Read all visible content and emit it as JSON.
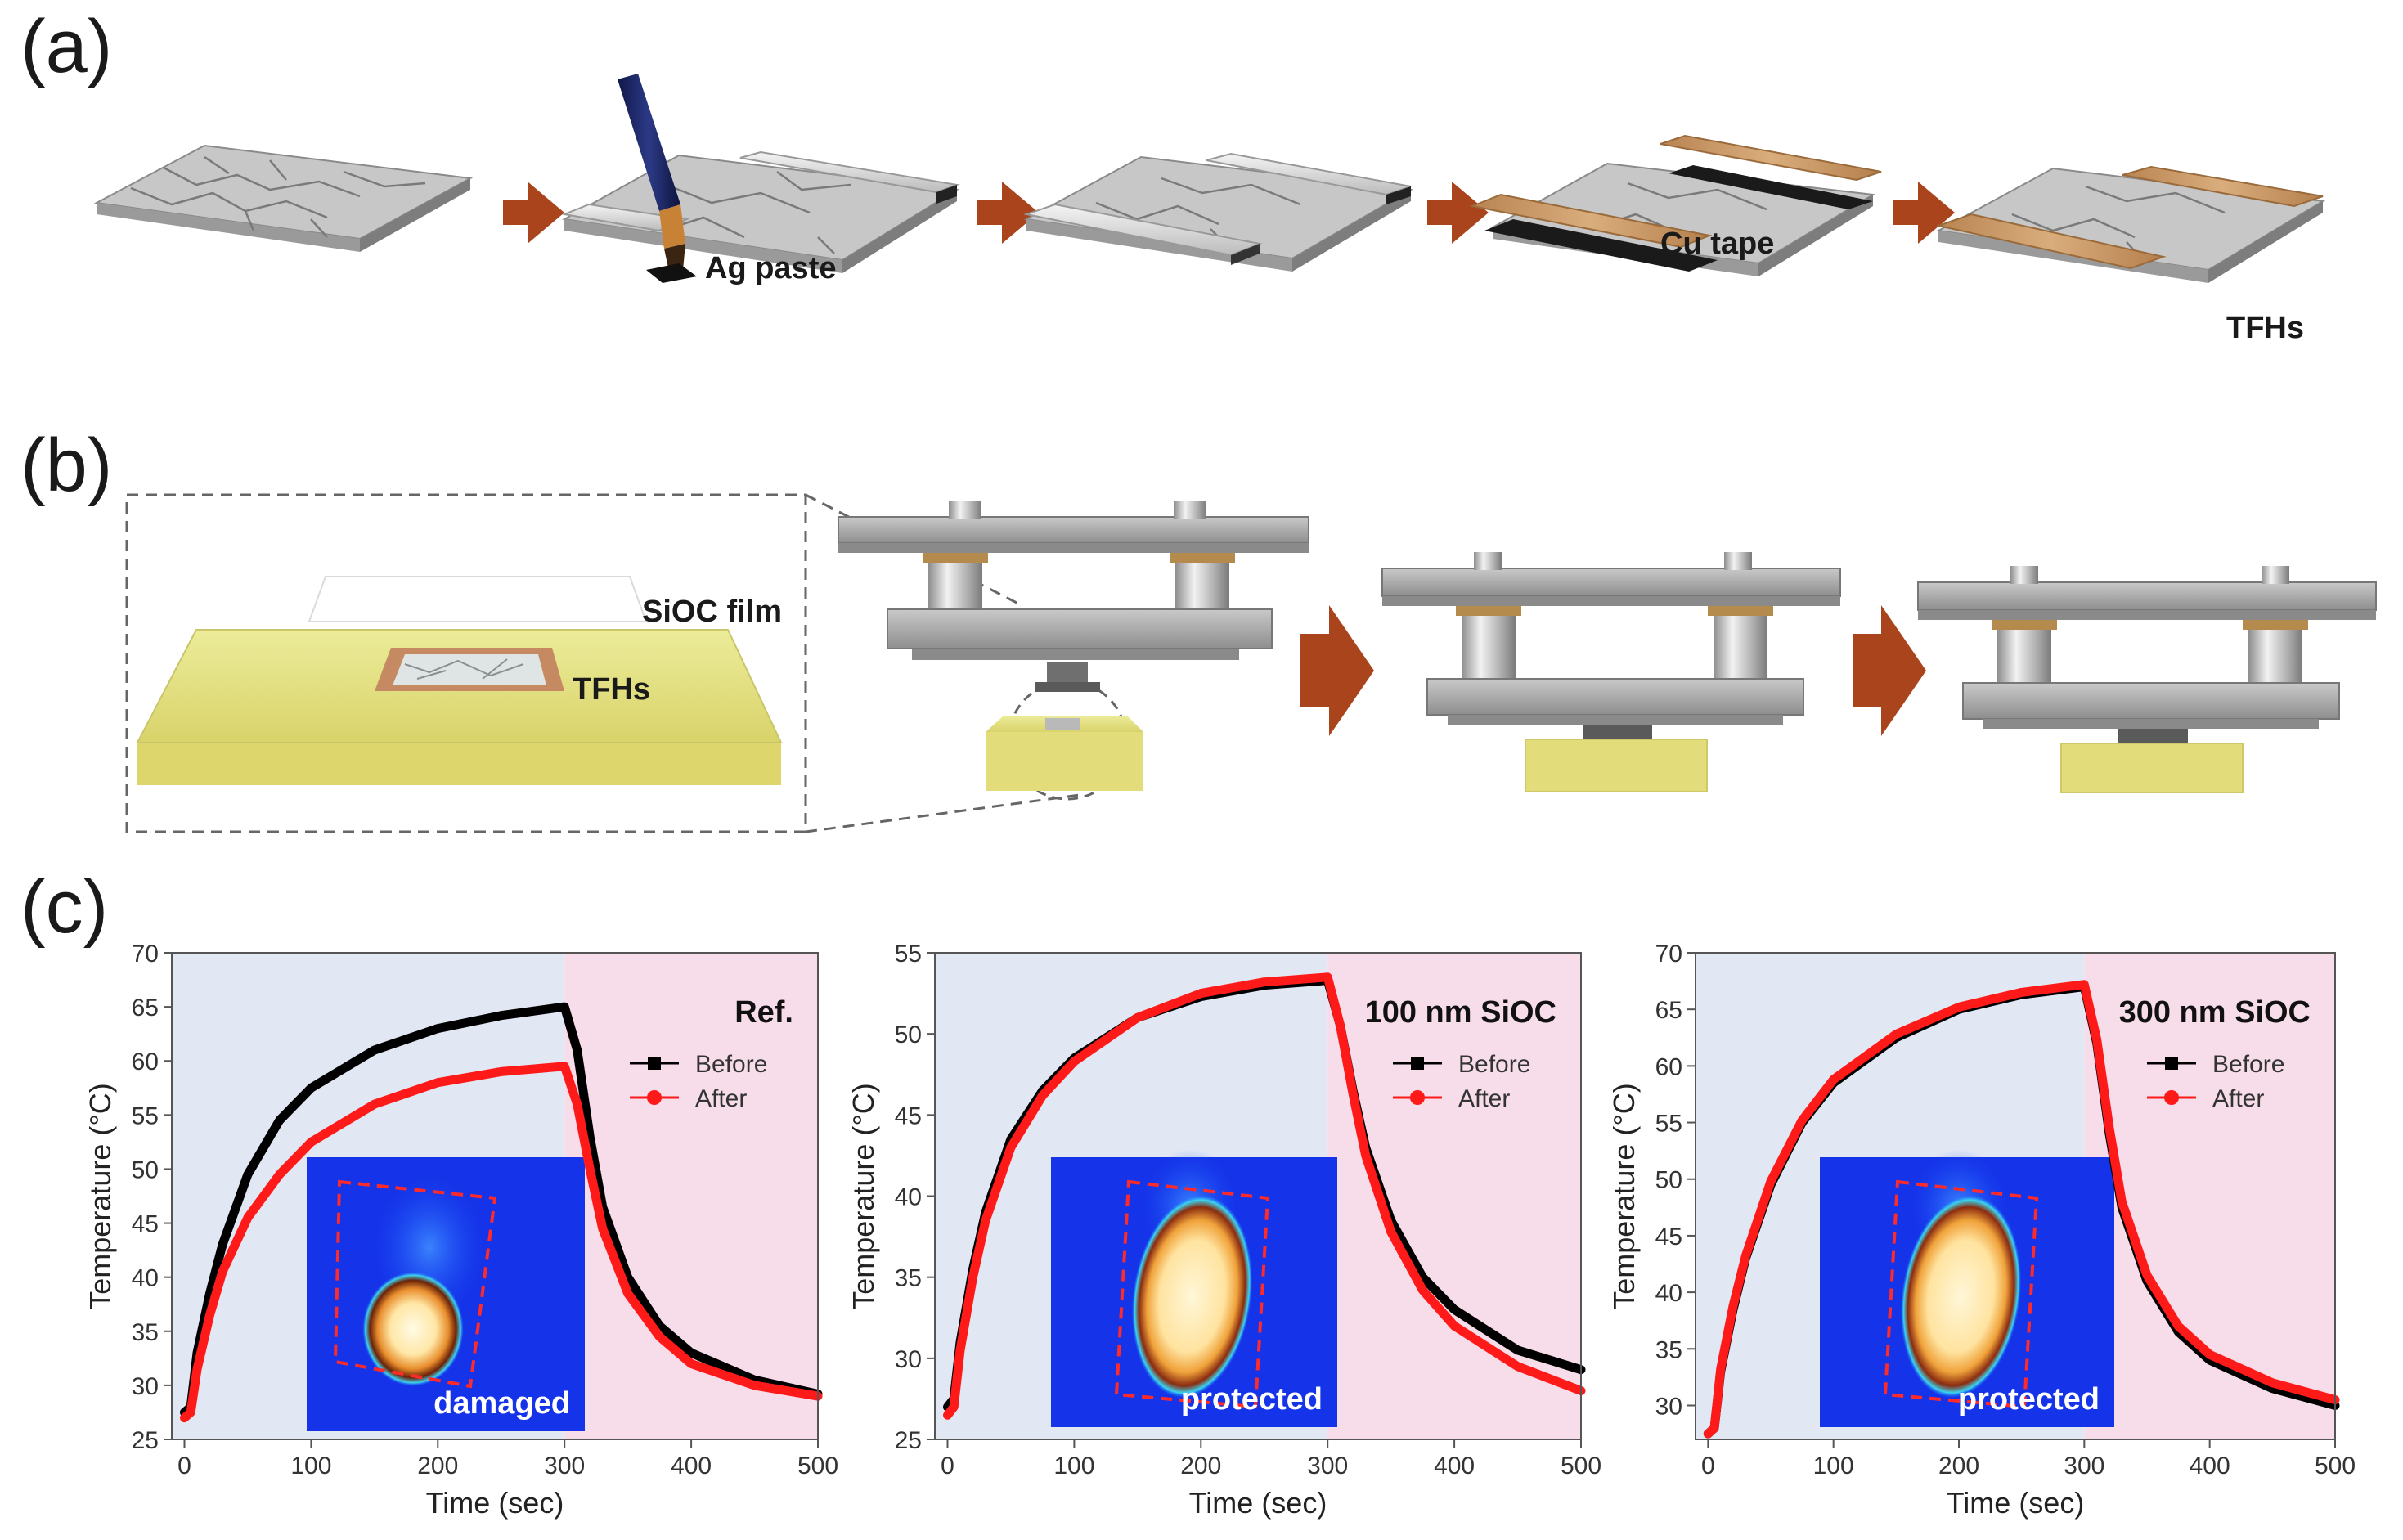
{
  "panels": {
    "a": {
      "label": "(a)",
      "annotations": {
        "ag": "Ag paste",
        "cu": "Cu tape",
        "tfhs": "TFHs"
      }
    },
    "b": {
      "label": "(b)",
      "annotations": {
        "film": "SiOC film",
        "tfhs": "TFHs"
      }
    },
    "c": {
      "label": "(c)"
    }
  },
  "colors": {
    "arrow": "#a9441c",
    "before": "#000000",
    "after": "#ff1a1a",
    "heating_bg": "#e1e7f3",
    "cooling_bg": "#f7dde9",
    "silver": "#e6e6e6",
    "copper": "#c99a68",
    "pdms": "#e8e58a"
  },
  "chart_data": [
    {
      "type": "line",
      "title": "Ref.",
      "xlabel": "Time (sec)",
      "ylabel": "Temperature (°C)",
      "xlim": [
        -10,
        500
      ],
      "ylim": [
        25,
        70
      ],
      "xticks": [
        0,
        100,
        200,
        300,
        400,
        500
      ],
      "yticks": [
        25,
        30,
        35,
        40,
        45,
        50,
        55,
        60,
        65,
        70
      ],
      "shaded_regions": [
        {
          "range": [
            -10,
            300
          ],
          "phase": "heating"
        },
        {
          "range": [
            300,
            500
          ],
          "phase": "cooling"
        }
      ],
      "series": [
        {
          "name": "Before",
          "marker": "square",
          "x": [
            0,
            5,
            10,
            20,
            30,
            50,
            75,
            100,
            150,
            200,
            250,
            300,
            310,
            320,
            330,
            350,
            375,
            400,
            450,
            500
          ],
          "values": [
            27.5,
            28,
            33,
            38.5,
            43,
            49.5,
            54.5,
            57.5,
            61,
            63,
            64.2,
            65,
            61,
            53,
            46.5,
            40,
            35.5,
            33,
            30.5,
            29.2
          ]
        },
        {
          "name": "After",
          "marker": "circle",
          "x": [
            0,
            5,
            10,
            20,
            30,
            50,
            75,
            100,
            150,
            200,
            250,
            300,
            310,
            320,
            330,
            350,
            375,
            400,
            450,
            500
          ],
          "values": [
            27,
            27.5,
            31.5,
            36.5,
            40.5,
            45.5,
            49.5,
            52.5,
            56,
            58,
            59,
            59.5,
            56,
            50,
            44.5,
            38.5,
            34.5,
            32,
            30,
            29
          ]
        }
      ],
      "inset": {
        "label": "damaged"
      }
    },
    {
      "type": "line",
      "title": "100 nm SiOC",
      "xlabel": "Time (sec)",
      "ylabel": "Temperature (°C)",
      "xlim": [
        -10,
        500
      ],
      "ylim": [
        25,
        55
      ],
      "xticks": [
        0,
        100,
        200,
        300,
        400,
        500
      ],
      "yticks": [
        25,
        30,
        35,
        40,
        45,
        50,
        55
      ],
      "shaded_regions": [
        {
          "range": [
            -10,
            300
          ],
          "phase": "heating"
        },
        {
          "range": [
            300,
            500
          ],
          "phase": "cooling"
        }
      ],
      "series": [
        {
          "name": "Before",
          "marker": "square",
          "x": [
            0,
            5,
            10,
            20,
            30,
            50,
            75,
            100,
            150,
            200,
            250,
            300,
            310,
            320,
            330,
            350,
            375,
            400,
            450,
            500
          ],
          "values": [
            27,
            27.5,
            31,
            35.5,
            39,
            43.5,
            46.5,
            48.5,
            51,
            52.3,
            53,
            53.3,
            50.5,
            46.5,
            43,
            38.5,
            35,
            33,
            30.5,
            29.3
          ]
        },
        {
          "name": "After",
          "marker": "circle",
          "x": [
            0,
            5,
            10,
            20,
            30,
            50,
            75,
            100,
            150,
            200,
            250,
            300,
            310,
            320,
            330,
            350,
            375,
            400,
            450,
            500
          ],
          "values": [
            26.5,
            27,
            30.5,
            35,
            38.5,
            43,
            46.2,
            48.3,
            51,
            52.5,
            53.2,
            53.5,
            50.5,
            46.3,
            42.5,
            37.8,
            34.2,
            32,
            29.5,
            28
          ]
        }
      ],
      "inset": {
        "label": "protected"
      }
    },
    {
      "type": "line",
      "title": "300 nm SiOC",
      "xlabel": "Time (sec)",
      "ylabel": "Temperature (°C)",
      "xlim": [
        -10,
        500
      ],
      "ylim": [
        27,
        70
      ],
      "xticks": [
        0,
        100,
        200,
        300,
        400,
        500
      ],
      "yticks": [
        30,
        35,
        40,
        45,
        50,
        55,
        60,
        65,
        70
      ],
      "shaded_regions": [
        {
          "range": [
            -10,
            300
          ],
          "phase": "heating"
        },
        {
          "range": [
            300,
            500
          ],
          "phase": "cooling"
        }
      ],
      "series": [
        {
          "name": "Before",
          "marker": "square",
          "x": [
            0,
            5,
            10,
            20,
            30,
            50,
            75,
            100,
            150,
            200,
            250,
            300,
            310,
            320,
            330,
            350,
            375,
            400,
            450,
            500
          ],
          "values": [
            27.5,
            28,
            33,
            38.5,
            43,
            49.5,
            55,
            58.5,
            62.5,
            65,
            66.3,
            67,
            62,
            54,
            47.5,
            41,
            36.5,
            34,
            31.5,
            30
          ]
        },
        {
          "name": "After",
          "marker": "circle",
          "x": [
            0,
            5,
            10,
            20,
            30,
            50,
            75,
            100,
            150,
            200,
            250,
            300,
            310,
            320,
            330,
            350,
            375,
            400,
            450,
            500
          ],
          "values": [
            27.5,
            28,
            33.2,
            38.8,
            43.2,
            49.8,
            55.2,
            58.8,
            62.8,
            65.2,
            66.5,
            67.2,
            62.3,
            54.5,
            48,
            41.5,
            37,
            34.5,
            32,
            30.5
          ]
        }
      ],
      "inset": {
        "label": "protected"
      }
    }
  ]
}
